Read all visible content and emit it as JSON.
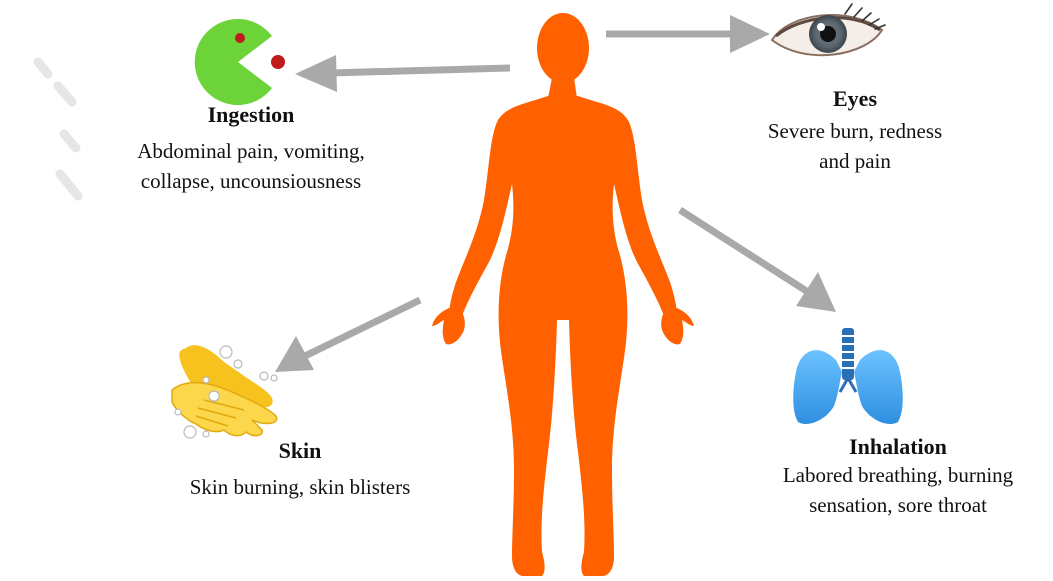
{
  "routes": {
    "ingestion": {
      "title": "Ingestion",
      "lines": [
        "Abdominal pain, vomiting,",
        "collapse, uncounsiousness"
      ],
      "icon": "pacman-mouth-icon"
    },
    "eyes": {
      "title": "Eyes",
      "lines": [
        "Severe burn, redness",
        "and pain"
      ],
      "icon": "eye-icon"
    },
    "skin": {
      "title": "Skin",
      "lines": [
        "Skin burning, skin blisters"
      ],
      "icon": "hands-washing-icon"
    },
    "inhalation": {
      "title": "Inhalation",
      "lines": [
        "Labored breathing, burning",
        "sensation, sore throat"
      ],
      "icon": "lungs-icon"
    }
  },
  "figure": {
    "icon": "human-body-silhouette",
    "color": "#ff6100"
  },
  "colors": {
    "arrow": "#a9a9a9",
    "pacman": "#6cd438",
    "lungs": "#3fa3ef",
    "hands": "#f7c21d"
  }
}
